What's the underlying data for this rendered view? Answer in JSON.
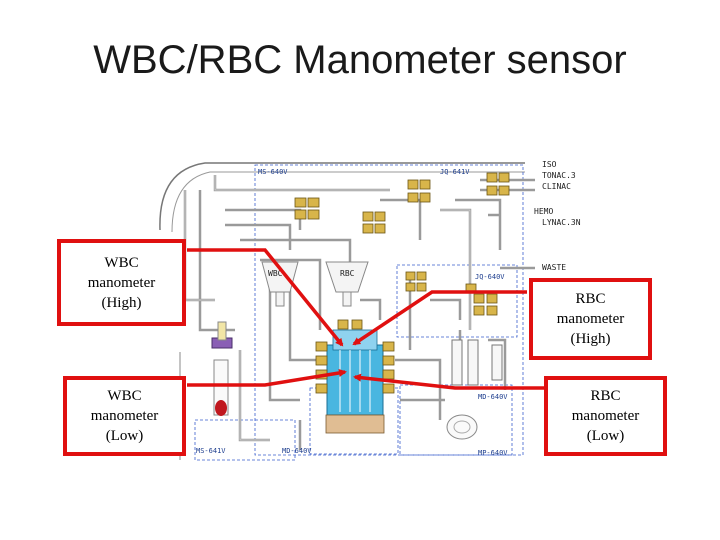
{
  "title": "WBC/RBC Manometer sensor",
  "callouts": {
    "wbc_high": "WBC\nmanometer\n(High)",
    "wbc_low": "WBC\nmanometer\n(Low)",
    "rbc_high": "RBC\nmanometer\n(High)",
    "rbc_low": "RBC\nmanometer\n(Low)"
  },
  "schematic_labels": {
    "ms640v": "MS-640V",
    "jq641v": "JQ-641V",
    "jq640v": "JQ-640V",
    "md640v_right": "MD-640V",
    "md640v_bottom": "MD-640V",
    "ms641v": "MS-641V",
    "mp640v": "MP-640V",
    "wbc_chamber": "WBC",
    "rbc_chamber": "RBC"
  },
  "ports": {
    "iso": "ISO",
    "tonac": "TONAC.3",
    "clinac": "CLINAC",
    "hemo": "HEMO",
    "lynac": "LYNAC.3N",
    "waste": "WASTE"
  },
  "colors": {
    "callout_border": "#e01010",
    "arrow": "#e01010",
    "boundary": "#3a5fcd",
    "tubing": "#9a9a9a",
    "valve": "#d8b54a",
    "manifold": "#49b6e0"
  }
}
